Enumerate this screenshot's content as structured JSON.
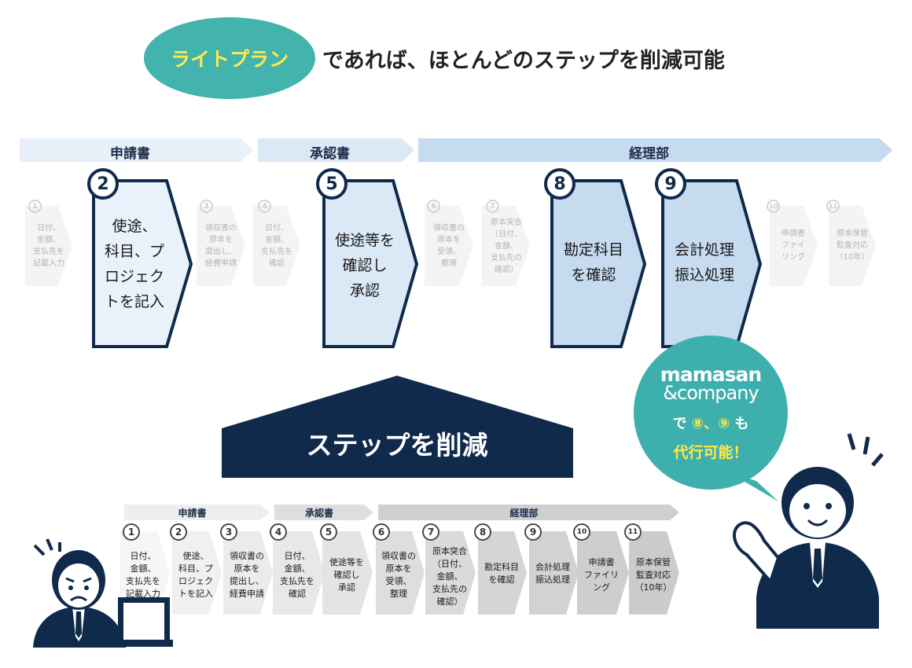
{
  "headline": {
    "pill_text": "ライトプラン",
    "rest_text": "であれば、ほとんどのステップを削減可能"
  },
  "sections": {
    "application": "申請書",
    "approval": "承認書",
    "accounting": "経理部"
  },
  "steps": [
    {
      "num": "1",
      "text": "日付、\n金額、\n支払先を\n記載入力"
    },
    {
      "num": "2",
      "text": "使途、\n科目、プ\nロジェク\nトを記入"
    },
    {
      "num": "3",
      "text": "領収書の\n原本を\n提出し、\n経費申請"
    },
    {
      "num": "4",
      "text": "日付、\n金額、\n支払先を\n確認"
    },
    {
      "num": "5",
      "text": "使途等を\n確認し\n承認"
    },
    {
      "num": "6",
      "text": "領収書の\n原本を\n受領、\n整理"
    },
    {
      "num": "7",
      "text": "原本突合\n（日付、\n金額、\n支払先の\n確認）"
    },
    {
      "num": "8",
      "text": "勘定科目\nを確認"
    },
    {
      "num": "9",
      "text": "会計処理\n振込処理"
    },
    {
      "num": "10",
      "text": "申請書\nファイリ\nング"
    },
    {
      "num": "11",
      "text": "原本保管\n監査対応\n（10年）"
    }
  ],
  "top_steps_ghost_text": {
    "1": "日付、\n金額、\n支払先を\n記載入力",
    "3": "領収書の\n原本を\n提出し、\n経費申請",
    "4": "日付、\n金額、\n支払先を\n確認",
    "6": "領収書の\n原本を\n受領、\n整理",
    "7": "原本突合\n（日付、\n金額、\n支払先の\n確認）",
    "10": "申請書\nファイ\nリング",
    "11": "原本保管\n監査対応\n（10年）"
  },
  "top_steps_big_text": {
    "2": "使途、\n科目、プ\nロジェク\nトを記入",
    "5": "使途等を\n確認し\n承認",
    "8": "勘定科目\nを確認",
    "9": "会計処理\n振込処理"
  },
  "reduce_label": "ステップを削減",
  "bubble": {
    "logo_line1": "mamasan",
    "logo_line2": "&company",
    "line1_prefix": "で",
    "line1_nums": "⑧、⑨",
    "line1_suffix": "も",
    "line2": "代行可能！"
  },
  "colors": {
    "teal": "#43b3ad",
    "navy": "#102a4c",
    "yellow": "#ffe94a",
    "light_blue": "#e8f1fa",
    "mid_blue": "#c6dbef",
    "band_gray": "#e6e6e6",
    "step_gray": "#e9e9e9"
  }
}
